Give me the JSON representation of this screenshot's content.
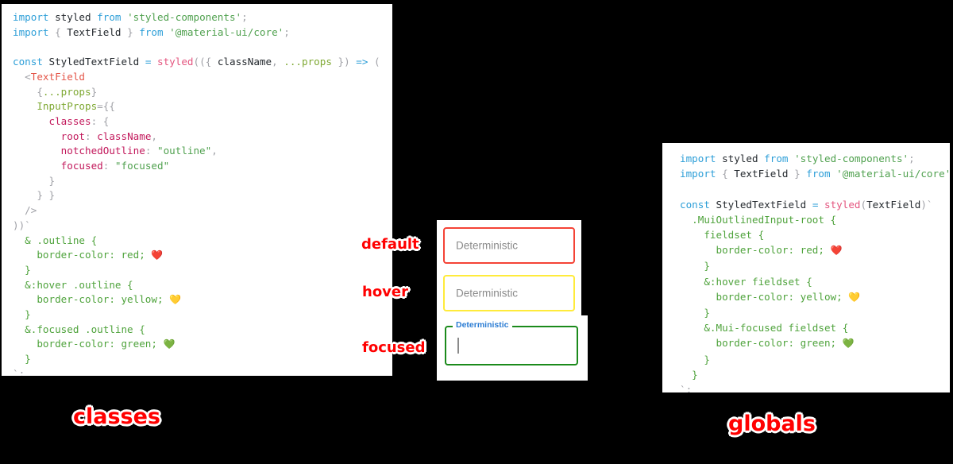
{
  "page": {
    "background_color": "#000000",
    "accent_color": "#ff0000"
  },
  "code_classes": {
    "card_name": "classes approach code card",
    "caption": "classes",
    "lines": [
      {
        "id": "l1",
        "segments": [
          {
            "t": "import ",
            "c": "k"
          },
          {
            "t": "styled ",
            "c": "id"
          },
          {
            "t": "from ",
            "c": "k"
          },
          {
            "t": "'styled-components'",
            "c": "str"
          },
          {
            "t": ";",
            "c": "pun"
          }
        ]
      },
      {
        "id": "l2",
        "segments": [
          {
            "t": "import ",
            "c": "k"
          },
          {
            "t": "{ ",
            "c": "pun"
          },
          {
            "t": "TextField",
            "c": "id"
          },
          {
            "t": " } ",
            "c": "pun"
          },
          {
            "t": "from ",
            "c": "k"
          },
          {
            "t": "'@material-ui/core'",
            "c": "str"
          },
          {
            "t": ";",
            "c": "pun"
          }
        ]
      },
      {
        "id": "l3",
        "segments": []
      },
      {
        "id": "l4",
        "segments": [
          {
            "t": "const ",
            "c": "k"
          },
          {
            "t": "StyledTextField",
            "c": "id"
          },
          {
            "t": " = ",
            "c": "k"
          },
          {
            "t": "styled",
            "c": "fn"
          },
          {
            "t": "((",
            "c": "pun"
          },
          {
            "t": "{ ",
            "c": "pun"
          },
          {
            "t": "className",
            "c": "id"
          },
          {
            "t": ", ",
            "c": "pun"
          },
          {
            "t": "...props",
            "c": "attr"
          },
          {
            "t": " }) ",
            "c": "pun"
          },
          {
            "t": "=> ",
            "c": "kw2"
          },
          {
            "t": "(",
            "c": "pun"
          }
        ]
      },
      {
        "id": "l5",
        "segments": [
          {
            "t": "  <",
            "c": "pun"
          },
          {
            "t": "TextField",
            "c": "tag"
          }
        ]
      },
      {
        "id": "l6",
        "segments": [
          {
            "t": "    {",
            "c": "pun"
          },
          {
            "t": "...props",
            "c": "attr"
          },
          {
            "t": "}",
            "c": "pun"
          }
        ]
      },
      {
        "id": "l7",
        "segments": [
          {
            "t": "    InputProps",
            "c": "attr"
          },
          {
            "t": "={{",
            "c": "pun"
          }
        ]
      },
      {
        "id": "l8",
        "segments": [
          {
            "t": "      classes",
            "c": "prp"
          },
          {
            "t": ": {",
            "c": "pun"
          }
        ]
      },
      {
        "id": "l9",
        "segments": [
          {
            "t": "        root",
            "c": "prp"
          },
          {
            "t": ": ",
            "c": "pun"
          },
          {
            "t": "className",
            "c": "prp"
          },
          {
            "t": ",",
            "c": "pun"
          }
        ]
      },
      {
        "id": "l10",
        "segments": [
          {
            "t": "        notchedOutline",
            "c": "prp"
          },
          {
            "t": ": ",
            "c": "pun"
          },
          {
            "t": "\"outline\"",
            "c": "str"
          },
          {
            "t": ",",
            "c": "pun"
          }
        ]
      },
      {
        "id": "l11",
        "segments": [
          {
            "t": "        focused",
            "c": "prp"
          },
          {
            "t": ": ",
            "c": "pun"
          },
          {
            "t": "\"focused\"",
            "c": "str"
          }
        ]
      },
      {
        "id": "l12",
        "segments": [
          {
            "t": "      }",
            "c": "pun"
          }
        ]
      },
      {
        "id": "l13",
        "segments": [
          {
            "t": "    } }",
            "c": "pun"
          }
        ]
      },
      {
        "id": "l14",
        "segments": [
          {
            "t": "  />",
            "c": "pun"
          }
        ]
      },
      {
        "id": "l15",
        "segments": [
          {
            "t": "))`",
            "c": "pun"
          }
        ]
      },
      {
        "id": "l16",
        "segments": [
          {
            "t": "  & .outline {",
            "c": "css"
          }
        ]
      },
      {
        "id": "l17",
        "segments": [
          {
            "t": "    border-color: red; ",
            "c": "css"
          },
          {
            "t": "❤️",
            "c": "emo"
          }
        ]
      },
      {
        "id": "l18",
        "segments": [
          {
            "t": "  }",
            "c": "css"
          }
        ]
      },
      {
        "id": "l19",
        "segments": [
          {
            "t": "  &:hover .outline {",
            "c": "css"
          }
        ]
      },
      {
        "id": "l20",
        "segments": [
          {
            "t": "    border-color: yellow; ",
            "c": "css"
          },
          {
            "t": "💛",
            "c": "emo"
          }
        ]
      },
      {
        "id": "l21",
        "segments": [
          {
            "t": "  }",
            "c": "css"
          }
        ]
      },
      {
        "id": "l22",
        "segments": [
          {
            "t": "  &.focused .outline {",
            "c": "css"
          }
        ]
      },
      {
        "id": "l23",
        "segments": [
          {
            "t": "    border-color: green; ",
            "c": "css"
          },
          {
            "t": "💚",
            "c": "emo"
          }
        ]
      },
      {
        "id": "l24",
        "segments": [
          {
            "t": "  }",
            "c": "css"
          }
        ]
      },
      {
        "id": "l25",
        "segments": [
          {
            "t": "`;",
            "c": "pun"
          }
        ]
      }
    ]
  },
  "code_globals": {
    "card_name": "globals approach code card",
    "caption": "globals",
    "lines": [
      {
        "id": "g1",
        "segments": [
          {
            "t": "import ",
            "c": "k"
          },
          {
            "t": "styled ",
            "c": "id"
          },
          {
            "t": "from ",
            "c": "k"
          },
          {
            "t": "'styled-components'",
            "c": "str"
          },
          {
            "t": ";",
            "c": "pun"
          }
        ]
      },
      {
        "id": "g2",
        "segments": [
          {
            "t": "import ",
            "c": "k"
          },
          {
            "t": "{ ",
            "c": "pun"
          },
          {
            "t": "TextField",
            "c": "id"
          },
          {
            "t": " } ",
            "c": "pun"
          },
          {
            "t": "from ",
            "c": "k"
          },
          {
            "t": "'@material-ui/core'",
            "c": "str"
          },
          {
            "t": ";",
            "c": "pun"
          }
        ]
      },
      {
        "id": "g3",
        "segments": []
      },
      {
        "id": "g4",
        "segments": [
          {
            "t": "const ",
            "c": "k"
          },
          {
            "t": "StyledTextField",
            "c": "id"
          },
          {
            "t": " = ",
            "c": "k"
          },
          {
            "t": "styled",
            "c": "fn"
          },
          {
            "t": "(",
            "c": "pun"
          },
          {
            "t": "TextField",
            "c": "id"
          },
          {
            "t": ")`",
            "c": "pun"
          }
        ]
      },
      {
        "id": "g5",
        "segments": [
          {
            "t": "  .MuiOutlinedInput-root {",
            "c": "css"
          }
        ]
      },
      {
        "id": "g6",
        "segments": [
          {
            "t": "    fieldset {",
            "c": "css"
          }
        ]
      },
      {
        "id": "g7",
        "segments": [
          {
            "t": "      border-color: red; ",
            "c": "css"
          },
          {
            "t": "❤️",
            "c": "emo"
          }
        ]
      },
      {
        "id": "g8",
        "segments": [
          {
            "t": "    }",
            "c": "css"
          }
        ]
      },
      {
        "id": "g9",
        "segments": [
          {
            "t": "    &:hover fieldset {",
            "c": "css"
          }
        ]
      },
      {
        "id": "g10",
        "segments": [
          {
            "t": "      border-color: yellow; ",
            "c": "css"
          },
          {
            "t": "💛",
            "c": "emo"
          }
        ]
      },
      {
        "id": "g11",
        "segments": [
          {
            "t": "    }",
            "c": "css"
          }
        ]
      },
      {
        "id": "g12",
        "segments": [
          {
            "t": "    &.Mui-focused fieldset {",
            "c": "css"
          }
        ]
      },
      {
        "id": "g13",
        "segments": [
          {
            "t": "      border-color: green; ",
            "c": "css"
          },
          {
            "t": "💚",
            "c": "emo"
          }
        ]
      },
      {
        "id": "g14",
        "segments": [
          {
            "t": "    }",
            "c": "css"
          }
        ]
      },
      {
        "id": "g15",
        "segments": [
          {
            "t": "  }",
            "c": "css"
          }
        ]
      },
      {
        "id": "g16",
        "segments": [
          {
            "t": "`;",
            "c": "pun"
          }
        ]
      }
    ]
  },
  "demo": {
    "panel_name": "text field state demo",
    "fields": [
      {
        "state": "default",
        "annotation": "default",
        "value": "Deterministic",
        "border_color": "#f44336",
        "floating_label": null,
        "caret_visible": false
      },
      {
        "state": "hover",
        "annotation": "hover",
        "value": "Deterministic",
        "border_color": "#ffeb3b",
        "floating_label": null,
        "caret_visible": false
      },
      {
        "state": "focused",
        "annotation": "focused",
        "value": "",
        "border_color": "#1b8a1b",
        "floating_label": "Deterministic",
        "floating_label_color": "#2b7cd3",
        "caret_visible": true
      }
    ]
  }
}
